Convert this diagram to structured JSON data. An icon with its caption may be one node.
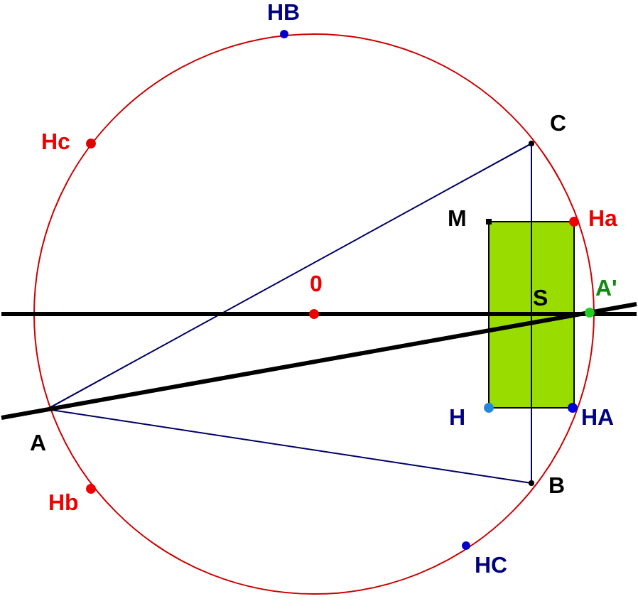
{
  "diagram": {
    "labels": [
      "HB",
      "Hc",
      "C",
      "M",
      "Ha",
      "0",
      "S",
      "A'",
      "H",
      "HA",
      "A",
      "Hb",
      "B",
      "HC"
    ]
  }
}
